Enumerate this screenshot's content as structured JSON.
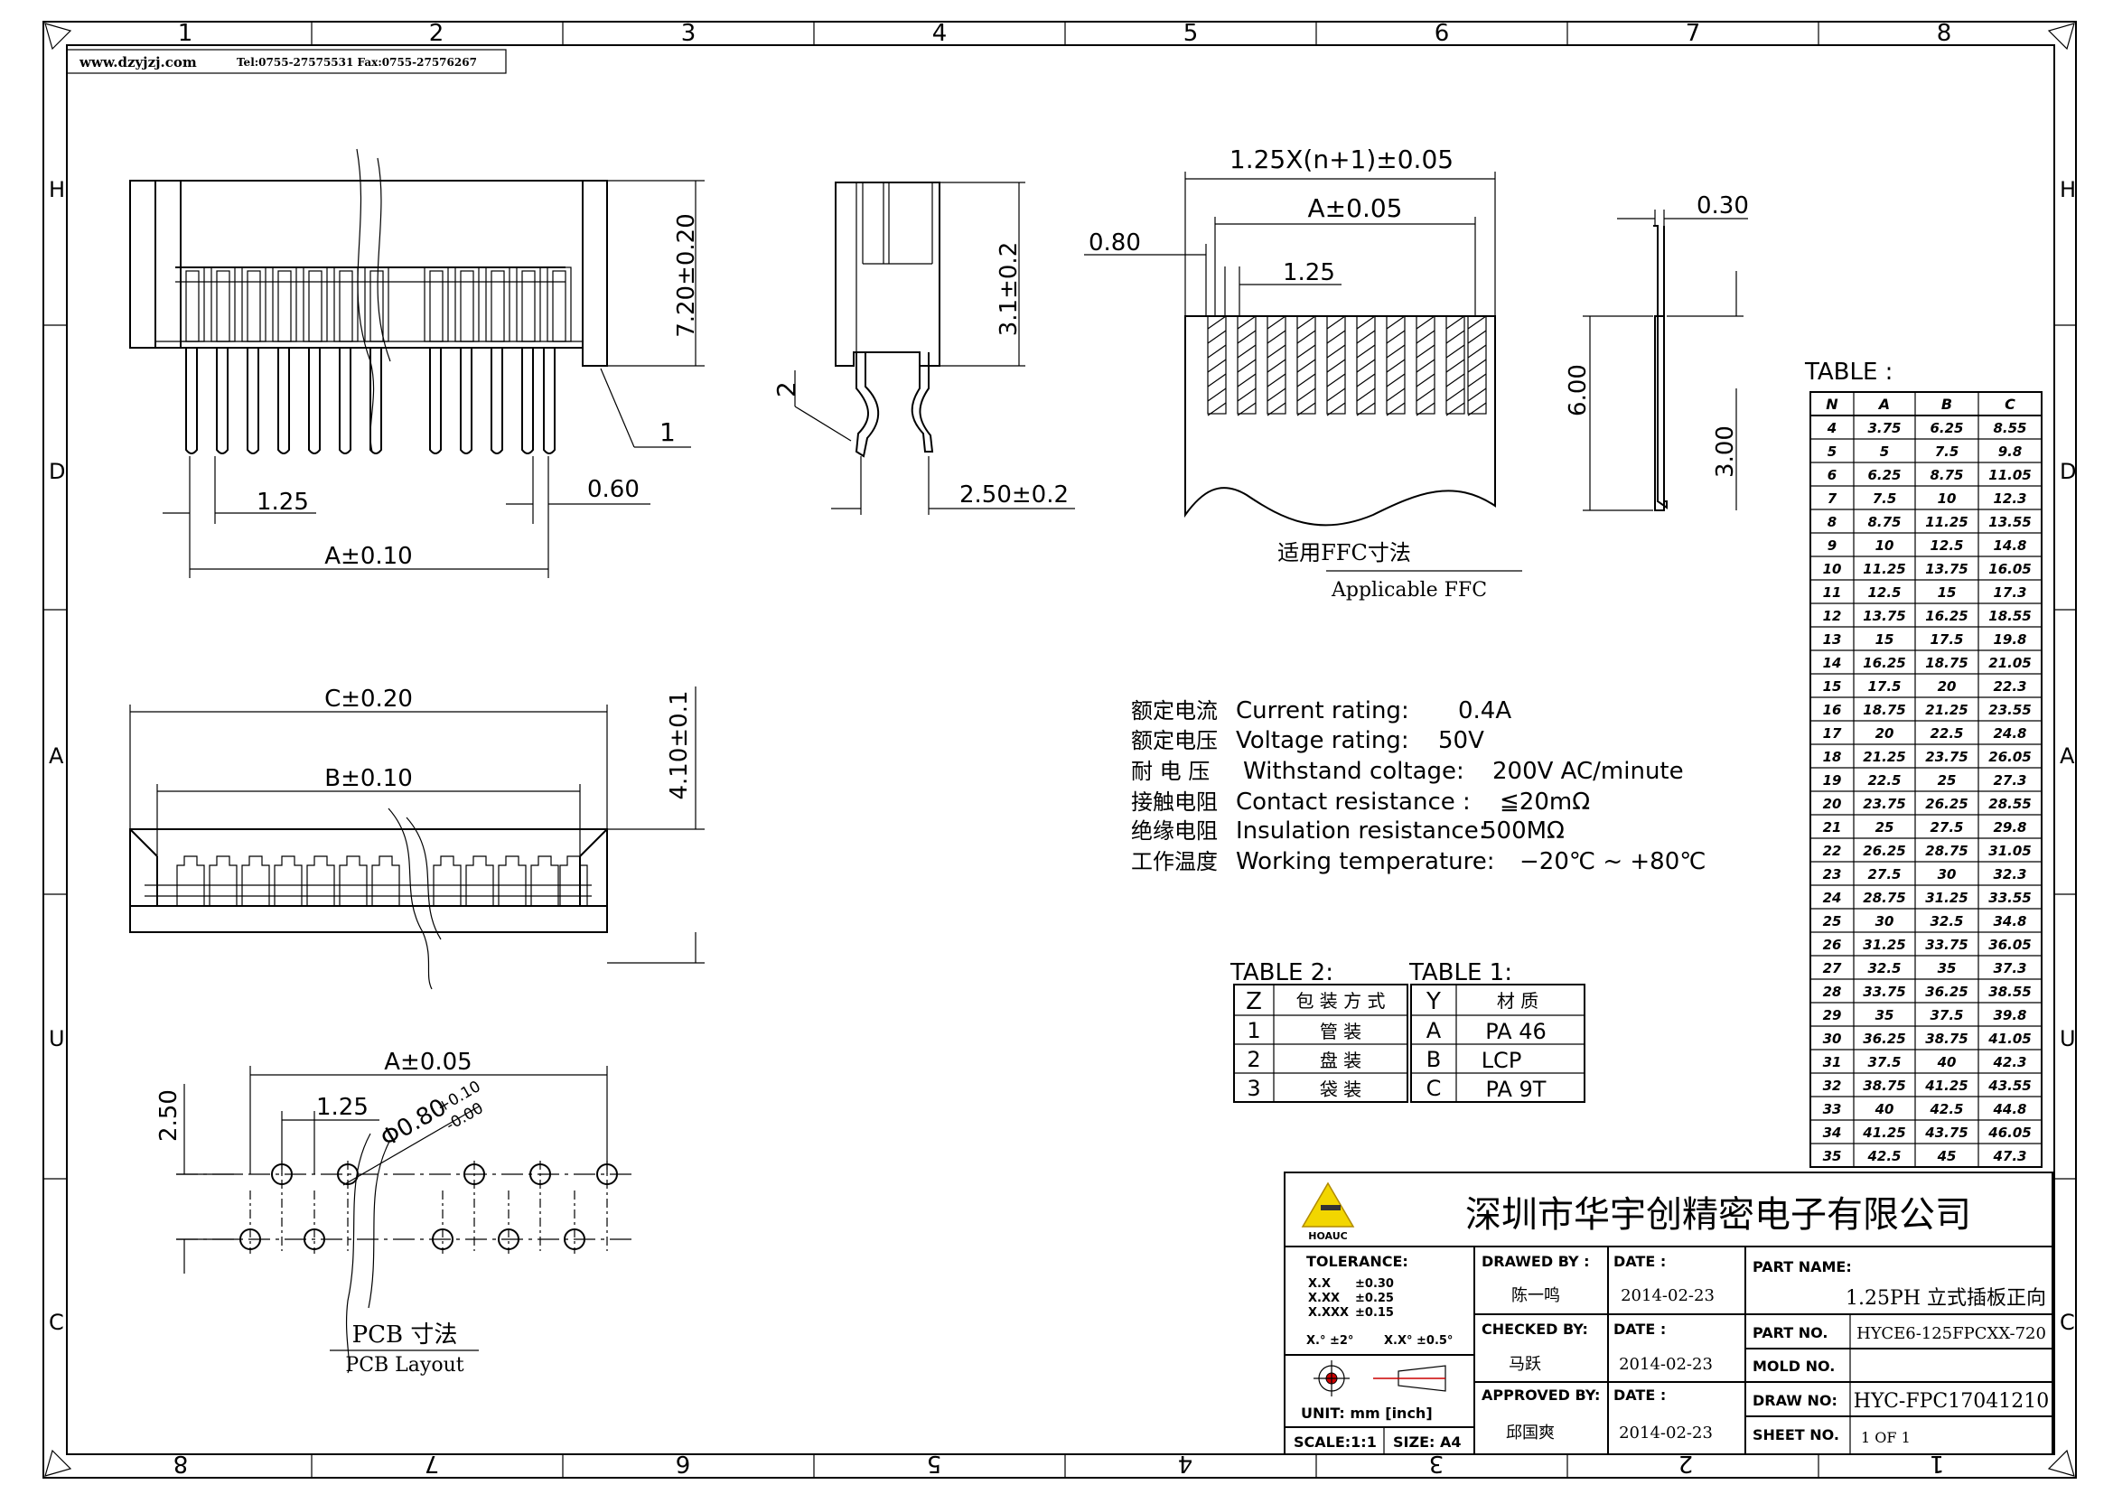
{
  "header": {
    "website": "www.dzyjzj.com",
    "contact": "Tel:0755-27575531 Fax:0755-27576267"
  },
  "border": {
    "top_numbers": [
      "1",
      "2",
      "3",
      "4",
      "5",
      "6",
      "7",
      "8"
    ],
    "bottom_numbers": [
      "8",
      "7",
      "6",
      "5",
      "4",
      "3",
      "2",
      "1"
    ],
    "left_letters": [
      "H",
      "D",
      "A",
      "U",
      "C"
    ],
    "right_letters": [
      "H",
      "D",
      "A",
      "U",
      "C"
    ]
  },
  "views": {
    "front": {
      "dim_height": "7.20±0.20",
      "dim_pitch": "1.25",
      "dim_pin": "0.60",
      "dim_a": "A±0.10",
      "callout": "1"
    },
    "side": {
      "dim_height": "3.1±0.2",
      "dim_depth": "2.50±0.2",
      "callout": "2"
    },
    "ffc": {
      "dim_overall": "1.25X(n+1)±0.05",
      "dim_a": "A±0.05",
      "dim_edge": "0.80",
      "dim_pitch": "1.25",
      "dim_thickness": "0.30",
      "dim_length": "6.00",
      "dim_stiffener": "3.00",
      "caption_cn": "适用FFC寸法",
      "caption_en": "Applicable FFC"
    },
    "bottom": {
      "dim_c": "C±0.20",
      "dim_b": "B±0.10",
      "dim_height": "4.10±0.1"
    },
    "pcb": {
      "dim_a": "A±0.05",
      "dim_pitch": "1.25",
      "dim_row": "2.50",
      "dim_hole": "Φ0.80",
      "dim_hole_tol_plus": "+0.10",
      "dim_hole_tol_minus": "-0.00",
      "caption_cn": "PCB  寸法",
      "caption_en": "PCB Layout"
    }
  },
  "specs": [
    {
      "cn": "额定电流",
      "en": "Current rating:",
      "value": "0.4A"
    },
    {
      "cn": "额定电压",
      "en": "Voltage rating:",
      "value": "50V"
    },
    {
      "cn": "耐 电 压",
      "en": "Withstand coltage:",
      "value": "200V AC/minute"
    },
    {
      "cn": "接触电阻",
      "en": "Contact resistance :",
      "value": "≦20mΩ"
    },
    {
      "cn": "绝缘电阻",
      "en": "Insulation resistance:",
      "value": "500MΩ"
    },
    {
      "cn": "工作温度",
      "en": "Working temperature:",
      "value": "−20℃ ~ +80℃"
    }
  ],
  "table2": {
    "title": "TABLE 2:",
    "headers": [
      "Z",
      "包 装 方 式"
    ],
    "rows": [
      [
        "1",
        "管  装"
      ],
      [
        "2",
        "盘  装"
      ],
      [
        "3",
        "袋  装"
      ]
    ]
  },
  "table1": {
    "title": "TABLE 1:",
    "headers": [
      "Y",
      "材  质"
    ],
    "rows": [
      [
        "A",
        "PA 46"
      ],
      [
        "B",
        "LCP"
      ],
      [
        "C",
        "PA 9T"
      ]
    ]
  },
  "table": {
    "title": "TABLE :",
    "headers": [
      "N",
      "A",
      "B",
      "C"
    ],
    "rows": [
      [
        "4",
        "3.75",
        "6.25",
        "8.55"
      ],
      [
        "5",
        "5",
        "7.5",
        "9.8"
      ],
      [
        "6",
        "6.25",
        "8.75",
        "11.05"
      ],
      [
        "7",
        "7.5",
        "10",
        "12.3"
      ],
      [
        "8",
        "8.75",
        "11.25",
        "13.55"
      ],
      [
        "9",
        "10",
        "12.5",
        "14.8"
      ],
      [
        "10",
        "11.25",
        "13.75",
        "16.05"
      ],
      [
        "11",
        "12.5",
        "15",
        "17.3"
      ],
      [
        "12",
        "13.75",
        "16.25",
        "18.55"
      ],
      [
        "13",
        "15",
        "17.5",
        "19.8"
      ],
      [
        "14",
        "16.25",
        "18.75",
        "21.05"
      ],
      [
        "15",
        "17.5",
        "20",
        "22.3"
      ],
      [
        "16",
        "18.75",
        "21.25",
        "23.55"
      ],
      [
        "17",
        "20",
        "22.5",
        "24.8"
      ],
      [
        "18",
        "21.25",
        "23.75",
        "26.05"
      ],
      [
        "19",
        "22.5",
        "25",
        "27.3"
      ],
      [
        "20",
        "23.75",
        "26.25",
        "28.55"
      ],
      [
        "21",
        "25",
        "27.5",
        "29.8"
      ],
      [
        "22",
        "26.25",
        "28.75",
        "31.05"
      ],
      [
        "23",
        "27.5",
        "30",
        "32.3"
      ],
      [
        "24",
        "28.75",
        "31.25",
        "33.55"
      ],
      [
        "25",
        "30",
        "32.5",
        "34.8"
      ],
      [
        "26",
        "31.25",
        "33.75",
        "36.05"
      ],
      [
        "27",
        "32.5",
        "35",
        "37.3"
      ],
      [
        "28",
        "33.75",
        "36.25",
        "38.55"
      ],
      [
        "29",
        "35",
        "37.5",
        "39.8"
      ],
      [
        "30",
        "36.25",
        "38.75",
        "41.05"
      ],
      [
        "31",
        "37.5",
        "40",
        "42.3"
      ],
      [
        "32",
        "38.75",
        "41.25",
        "43.55"
      ],
      [
        "33",
        "40",
        "42.5",
        "44.8"
      ],
      [
        "34",
        "41.25",
        "43.75",
        "46.05"
      ],
      [
        "35",
        "42.5",
        "45",
        "47.3"
      ]
    ]
  },
  "title_block": {
    "company": "深圳市华宇创精密电子有限公司",
    "logo_text": "HOAUC",
    "tolerance_label": "TOLERANCE:",
    "tolerances": [
      [
        "X.X",
        "±0.30"
      ],
      [
        "X.XX",
        "±0.25"
      ],
      [
        "X.XXX",
        "±0.15"
      ]
    ],
    "angle_tol_1": "X.° ±2°",
    "angle_tol_2": "X.X° ±0.5°",
    "unit": "UNIT:  mm  [inch]",
    "scale": "SCALE:1:1",
    "size": "SIZE: A4",
    "drawn_by_label": "DRAWED BY :",
    "drawn_by": "陈一鸣",
    "checked_by_label": "CHECKED BY:",
    "checked_by": "马跃",
    "approved_by_label": "APPROVED BY:",
    "approved_by": "邱国爽",
    "date_label": "DATE :",
    "date1": "2014-02-23",
    "date2": "2014-02-23",
    "date3": "2014-02-23",
    "part_name_label": "PART NAME:",
    "part_name": "1.25PH 立式插板正向",
    "part_no_label": "PART NO.",
    "part_no": "HYCE6-125FPCXX-720",
    "mold_no_label": "MOLD NO.",
    "mold_no": "",
    "draw_no_label": "DRAW NO:",
    "draw_no": "HYC-FPC17041210",
    "sheet_no_label": "SHEET NO.",
    "sheet_no": "1 OF 1"
  }
}
